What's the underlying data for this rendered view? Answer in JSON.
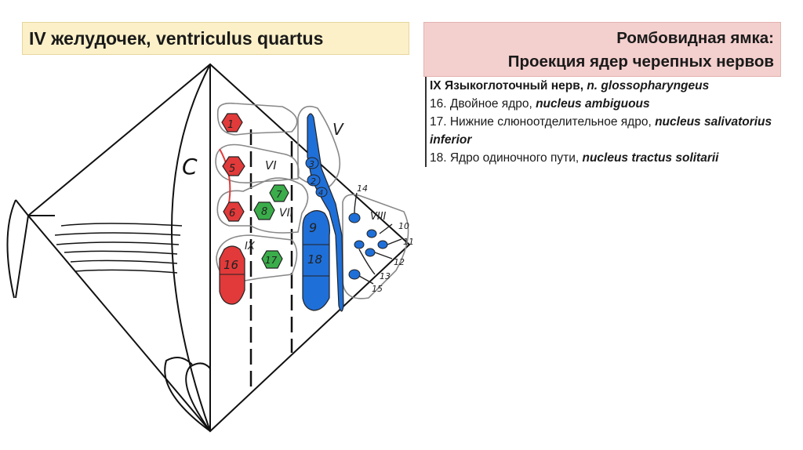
{
  "title_left": "IV желудочек, ventriculus quartus",
  "title_right": {
    "line1": "Ромбовидная ямка:",
    "line2": "Проекция ядер черепных нервов"
  },
  "legend": {
    "head_roman": "IX Языкоглоточный нерв, ",
    "head_latin": "n. glossopharyngeus",
    "items": [
      {
        "text": "16. Двойное ядро, ",
        "latin": "nucleus ambiguous"
      },
      {
        "text": "17. Нижние слюноотделительное ядро, ",
        "latin": "nucleus salivatorius inferior"
      },
      {
        "text": "18. Ядро одиночного пути, ",
        "latin": "nucleus tractus solitarii"
      }
    ]
  },
  "diagram": {
    "colors": {
      "motor": "#e23a3a",
      "parasympathetic": "#3aad4a",
      "sensory": "#1f6fd8"
    },
    "nuclei_labels": [
      "1",
      "5",
      "6",
      "16",
      "7",
      "8",
      "17",
      "3",
      "2",
      "4",
      "9",
      "18",
      "14",
      "10",
      "11",
      "12",
      "13",
      "15"
    ],
    "nerve_labels": [
      "V",
      "VI",
      "VII",
      "IX",
      "VIII"
    ],
    "letter_c": "C"
  }
}
